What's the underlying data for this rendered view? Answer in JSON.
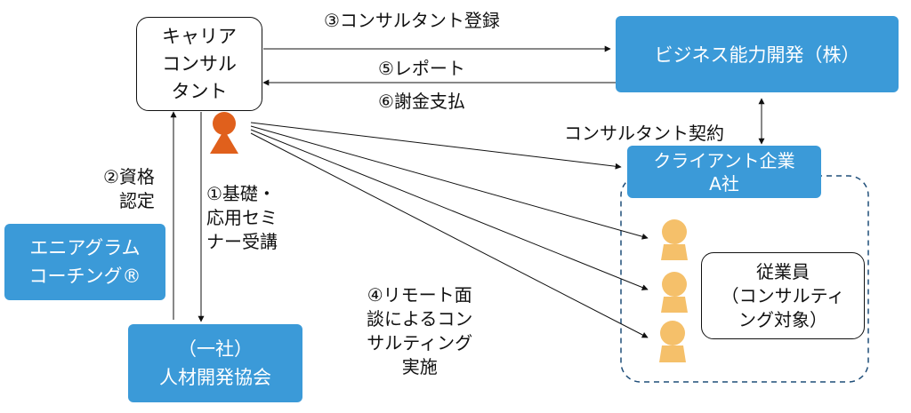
{
  "nodes": {
    "consultant": {
      "line1": "キャリア",
      "line2": "コンサル",
      "line3": "タント"
    },
    "business": {
      "label": "ビジネス能力開発（株）"
    },
    "client": {
      "line1": "クライアント企業",
      "line2": "A社"
    },
    "enneagram": {
      "line1": "エニアグラム",
      "line2": "コーチング®"
    },
    "association": {
      "line1": "（一社）",
      "line2": "人材開発協会"
    },
    "employees": {
      "line1": "従業員",
      "line2": "（コンサルティ",
      "line3": "ング対象）"
    }
  },
  "edges": {
    "registration": "③コンサルタント登録",
    "report": "⑤レポート",
    "fee": "⑥謝金支払",
    "contract": "コンサルタント契約",
    "certification": {
      "line1": "②資格",
      "line2": "認定"
    },
    "seminar": {
      "line1": "①基礎・",
      "line2": "応用セミ",
      "line3": "ナー受講"
    },
    "remote": {
      "line1": "④リモート面",
      "line2": "談によるコン",
      "line3": "サルティング",
      "line4": "実施"
    }
  },
  "colors": {
    "node_blue": "#3b9ad8",
    "consultant_icon": "#e0601c",
    "employee_icon": "#f5c06a",
    "frame_dash": "#1f4e79"
  }
}
